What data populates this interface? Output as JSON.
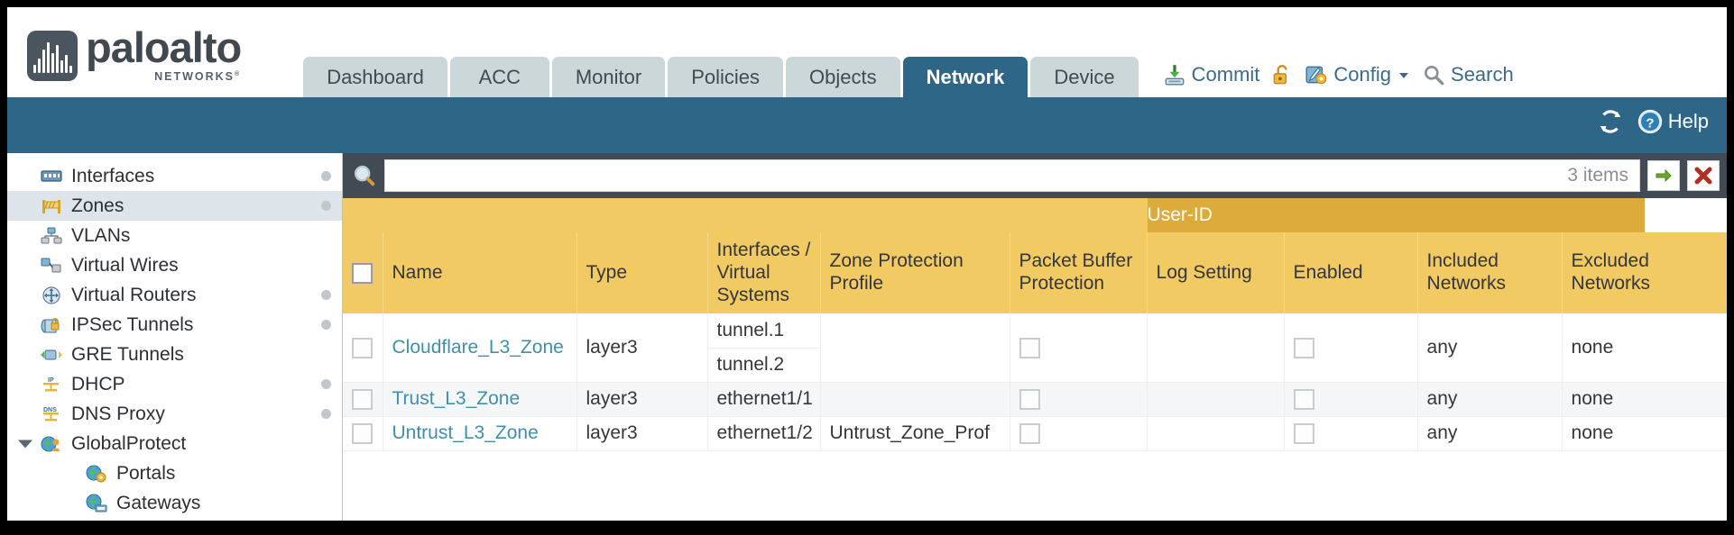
{
  "brand": {
    "name": "paloalto",
    "sub": "NETWORKS",
    "reg": "®"
  },
  "tabs": [
    {
      "label": "Dashboard",
      "active": false
    },
    {
      "label": "ACC",
      "active": false
    },
    {
      "label": "Monitor",
      "active": false
    },
    {
      "label": "Policies",
      "active": false
    },
    {
      "label": "Objects",
      "active": false
    },
    {
      "label": "Network",
      "active": true
    },
    {
      "label": "Device",
      "active": false
    }
  ],
  "globals": [
    {
      "label": "Commit",
      "icon": "commit-icon"
    },
    {
      "label": "",
      "icon": "unlock-icon"
    },
    {
      "label": "Config",
      "icon": "config-icon",
      "caret": true
    },
    {
      "label": "Search",
      "icon": "search-icon"
    }
  ],
  "bluebar": {
    "refresh_icon": "refresh-icon",
    "help_label": "Help",
    "help_icon": "help-icon"
  },
  "sidebar": {
    "items": [
      {
        "label": "Interfaces",
        "icon": "interfaces-icon",
        "selected": false,
        "dot": true,
        "child": false,
        "twisty": false
      },
      {
        "label": "Zones",
        "icon": "zones-icon",
        "selected": true,
        "dot": true,
        "child": false,
        "twisty": false
      },
      {
        "label": "VLANs",
        "icon": "vlans-icon",
        "selected": false,
        "dot": false,
        "child": false,
        "twisty": false
      },
      {
        "label": "Virtual Wires",
        "icon": "virtual-wires-icon",
        "selected": false,
        "dot": false,
        "child": false,
        "twisty": false
      },
      {
        "label": "Virtual Routers",
        "icon": "virtual-routers-icon",
        "selected": false,
        "dot": true,
        "child": false,
        "twisty": false
      },
      {
        "label": "IPSec Tunnels",
        "icon": "ipsec-tunnels-icon",
        "selected": false,
        "dot": true,
        "child": false,
        "twisty": false
      },
      {
        "label": "GRE Tunnels",
        "icon": "gre-tunnels-icon",
        "selected": false,
        "dot": false,
        "child": false,
        "twisty": false
      },
      {
        "label": "DHCP",
        "icon": "dhcp-icon",
        "selected": false,
        "dot": true,
        "child": false,
        "twisty": false
      },
      {
        "label": "DNS Proxy",
        "icon": "dns-proxy-icon",
        "selected": false,
        "dot": true,
        "child": false,
        "twisty": false
      },
      {
        "label": "GlobalProtect",
        "icon": "globalprotect-icon",
        "selected": false,
        "dot": false,
        "child": false,
        "twisty": true
      },
      {
        "label": "Portals",
        "icon": "portals-icon",
        "selected": false,
        "dot": false,
        "child": true,
        "twisty": false
      },
      {
        "label": "Gateways",
        "icon": "gateways-icon",
        "selected": false,
        "dot": false,
        "child": true,
        "twisty": false
      }
    ]
  },
  "search": {
    "value": "",
    "placeholder": "",
    "items_count": "3 items",
    "apply_icon": "green-arrow-icon",
    "clear_icon": "red-x-icon"
  },
  "table": {
    "group_header": "User-ID",
    "columns": [
      "Name",
      "Type",
      "Interfaces / Virtual Systems",
      "Zone Protection Profile",
      "Packet Buffer Protection",
      "Log Setting",
      "Enabled",
      "Included Networks",
      "Excluded Networks"
    ],
    "rows": [
      {
        "checked": false,
        "name": "Cloudflare_L3_Zone",
        "type": "layer3",
        "interfaces": [
          "tunnel.1",
          "tunnel.2"
        ],
        "zone_protection_profile": "",
        "packet_buffer_protection": false,
        "log_setting": "",
        "userid_enabled": false,
        "included_networks": "any",
        "excluded_networks": "none",
        "alt": false
      },
      {
        "checked": false,
        "name": "Trust_L3_Zone",
        "type": "layer3",
        "interfaces": [
          "ethernet1/1"
        ],
        "zone_protection_profile": "",
        "packet_buffer_protection": false,
        "log_setting": "",
        "userid_enabled": false,
        "included_networks": "any",
        "excluded_networks": "none",
        "alt": true
      },
      {
        "checked": false,
        "name": "Untrust_L3_Zone",
        "type": "layer3",
        "interfaces": [
          "ethernet1/2"
        ],
        "zone_protection_profile": "Untrust_Zone_Prof",
        "packet_buffer_protection": false,
        "log_setting": "",
        "userid_enabled": false,
        "included_networks": "any",
        "excluded_networks": "none",
        "alt": false
      }
    ]
  },
  "colors": {
    "brand_blue": "#2e6687",
    "tab_inactive": "#ccd7d9",
    "header_amber": "#f2ca64",
    "group_amber": "#ddab3c",
    "toolbar_slate": "#424b54",
    "link_teal": "#3f8fad"
  }
}
